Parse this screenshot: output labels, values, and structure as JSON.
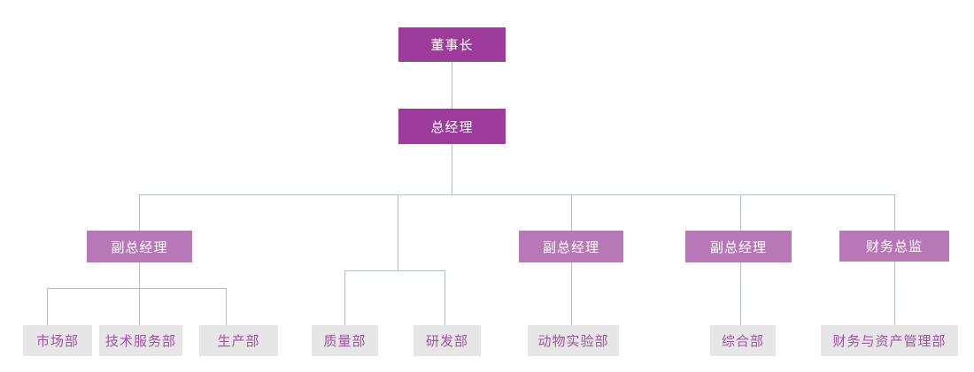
{
  "diagram": {
    "type": "org-chart",
    "background": "#ffffff",
    "nodes": {
      "chairman": "董事长",
      "general_manager": "总经理",
      "vp1": "副总经理",
      "vp2": "副总经理",
      "vp3": "副总经理",
      "finance_director": "财务总监",
      "marketing": "市场部",
      "tech_service": "技术服务部",
      "production": "生产部",
      "quality": "质量部",
      "rnd": "研发部",
      "animal_lab": "动物实验部",
      "general_affairs": "综合部",
      "finance_asset": "财务与资产管理部"
    },
    "structure": {
      "label": "董事长",
      "children": [
        {
          "label": "总经理",
          "children": [
            {
              "label": "副总经理",
              "children": [
                {
                  "label": "市场部"
                },
                {
                  "label": "技术服务部"
                },
                {
                  "label": "生产部"
                }
              ]
            },
            {
              "label": null,
              "children": [
                {
                  "label": "质量部"
                },
                {
                  "label": "研发部"
                }
              ]
            },
            {
              "label": "副总经理",
              "children": [
                {
                  "label": "动物实验部"
                }
              ]
            },
            {
              "label": "副总经理",
              "children": [
                {
                  "label": "综合部"
                }
              ]
            },
            {
              "label": "财务总监",
              "children": [
                {
                  "label": "财务与资产管理部"
                }
              ]
            }
          ]
        }
      ]
    },
    "colors": {
      "top_level_fill": "#9C3B99",
      "mid_level_fill": "#B878B8",
      "leaf_fill": "#E6E6E6",
      "top_mid_text": "#FFFFFF",
      "leaf_text": "#A351A4",
      "connector": "#B3C0CA"
    }
  }
}
